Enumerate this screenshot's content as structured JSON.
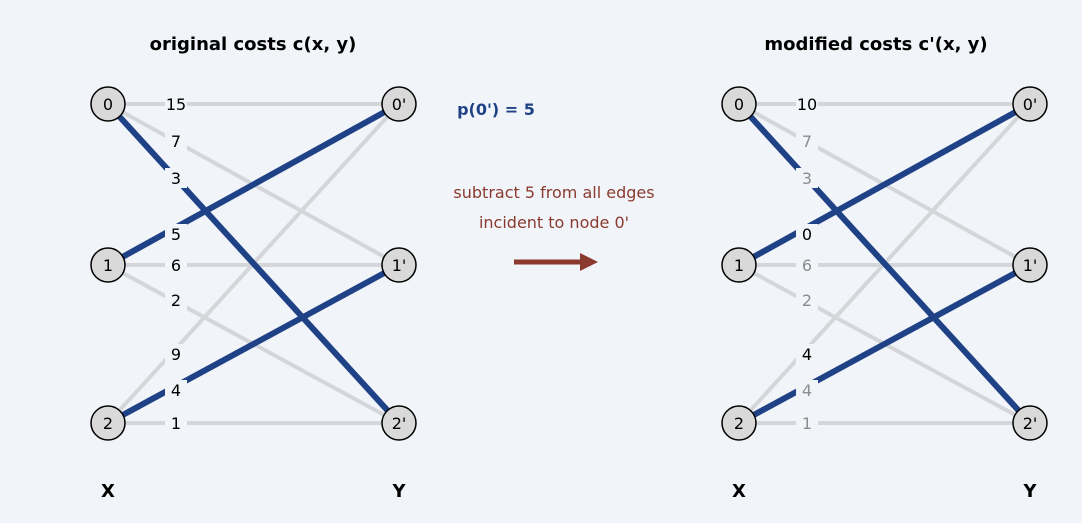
{
  "colors": {
    "background": "#f1f4f8",
    "matched_edge": "#1f4287",
    "unmatched_edge": "#d4d6da",
    "node_fill": "#d9d9d9",
    "cost_text": "#000000",
    "faded_cost_text": "#8c8c8c",
    "price_text": "#1f4287",
    "annotation_text": "#8a3a2e",
    "arrow": "#8a3a2e"
  },
  "panels": [
    {
      "title": "original costs c(x, y)",
      "left_label": "X",
      "right_label": "Y",
      "left_nodes": [
        "0",
        "1",
        "2"
      ],
      "right_nodes": [
        "0'",
        "1'",
        "2'"
      ],
      "edges": [
        {
          "from": 0,
          "to": 0,
          "cost": "15",
          "matched": false,
          "faded": false
        },
        {
          "from": 0,
          "to": 1,
          "cost": "7",
          "matched": false,
          "faded": false
        },
        {
          "from": 0,
          "to": 2,
          "cost": "3",
          "matched": true,
          "faded": false
        },
        {
          "from": 1,
          "to": 0,
          "cost": "5",
          "matched": true,
          "faded": false
        },
        {
          "from": 1,
          "to": 1,
          "cost": "6",
          "matched": false,
          "faded": false
        },
        {
          "from": 1,
          "to": 2,
          "cost": "2",
          "matched": false,
          "faded": false
        },
        {
          "from": 2,
          "to": 0,
          "cost": "9",
          "matched": false,
          "faded": false
        },
        {
          "from": 2,
          "to": 1,
          "cost": "4",
          "matched": true,
          "faded": false
        },
        {
          "from": 2,
          "to": 2,
          "cost": "1",
          "matched": false,
          "faded": false
        }
      ]
    },
    {
      "title": "modified costs c'(x, y)",
      "left_label": "X",
      "right_label": "Y",
      "left_nodes": [
        "0",
        "1",
        "2"
      ],
      "right_nodes": [
        "0'",
        "1'",
        "2'"
      ],
      "edges": [
        {
          "from": 0,
          "to": 0,
          "cost": "10",
          "matched": false,
          "faded": false
        },
        {
          "from": 0,
          "to": 1,
          "cost": "7",
          "matched": false,
          "faded": true
        },
        {
          "from": 0,
          "to": 2,
          "cost": "3",
          "matched": true,
          "faded": true
        },
        {
          "from": 1,
          "to": 0,
          "cost": "0",
          "matched": true,
          "faded": false
        },
        {
          "from": 1,
          "to": 1,
          "cost": "6",
          "matched": false,
          "faded": true
        },
        {
          "from": 1,
          "to": 2,
          "cost": "2",
          "matched": false,
          "faded": true
        },
        {
          "from": 2,
          "to": 0,
          "cost": "4",
          "matched": false,
          "faded": false
        },
        {
          "from": 2,
          "to": 1,
          "cost": "4",
          "matched": true,
          "faded": true
        },
        {
          "from": 2,
          "to": 2,
          "cost": "1",
          "matched": false,
          "faded": true
        }
      ]
    }
  ],
  "price_label": "p(0') = 5",
  "annotation": {
    "line1": "subtract 5 from all edges",
    "line2": "incident to node 0'"
  }
}
